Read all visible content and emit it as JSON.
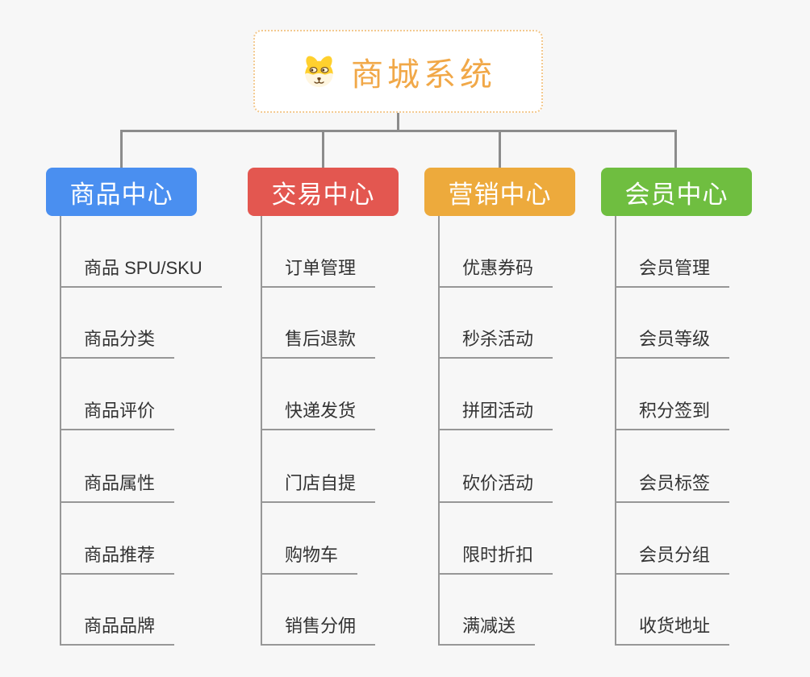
{
  "app": {
    "background": "#F7F7F7",
    "connector_color": "#8C8C8C",
    "item_line_color": "#979797",
    "item_text_color": "#333333"
  },
  "root": {
    "title": "商城系统",
    "icon": "dog-face-icon",
    "text_color": "#F1A848",
    "border_color": "#F3C98F"
  },
  "branches": [
    {
      "label": "商品中心",
      "color": "#4A8FF0",
      "items": [
        "商品 SPU/SKU",
        "商品分类",
        "商品评价",
        "商品属性",
        "商品推荐",
        "商品品牌"
      ]
    },
    {
      "label": "交易中心",
      "color": "#E35750",
      "items": [
        "订单管理",
        "售后退款",
        "快递发货",
        "门店自提",
        "购物车",
        "销售分佣"
      ]
    },
    {
      "label": "营销中心",
      "color": "#EDAA3C",
      "items": [
        "优惠券码",
        "秒杀活动",
        "拼团活动",
        "砍价活动",
        "限时折扣",
        "满减送"
      ]
    },
    {
      "label": "会员中心",
      "color": "#6FBE40",
      "items": [
        "会员管理",
        "会员等级",
        "积分签到",
        "会员标签",
        "会员分组",
        "收货地址"
      ]
    }
  ]
}
